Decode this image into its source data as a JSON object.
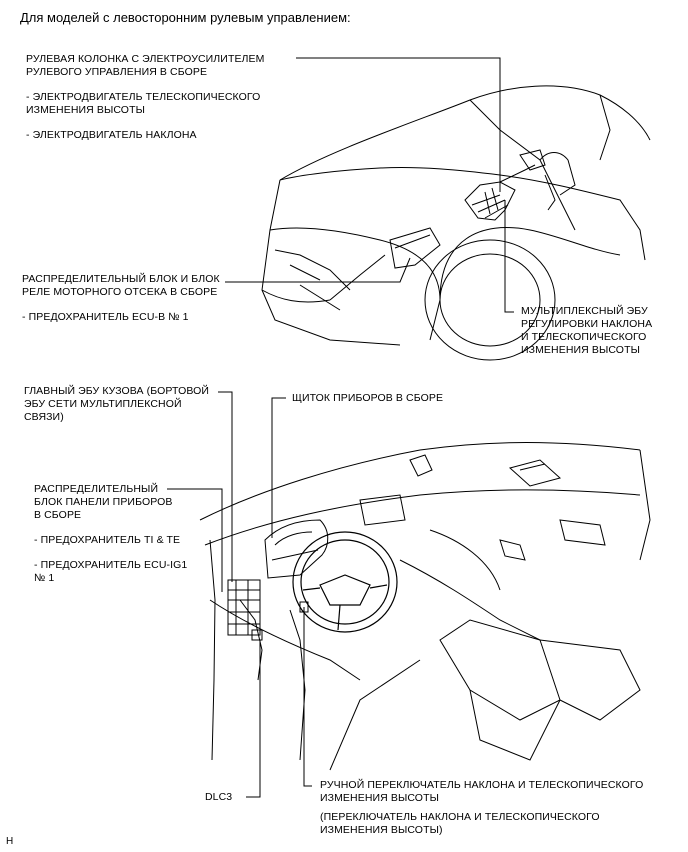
{
  "heading": "Для моделей с левосторонним рулевым управлением:",
  "labels": {
    "steering_column": {
      "title_lines": [
        "РУЛЕВАЯ КОЛОНКА С ЭЛЕКТРОУСИЛИТЕЛЕМ",
        "РУЛЕВОГО УПРАВЛЕНИЯ В СБОРЕ"
      ],
      "sub1_lines": [
        "- ЭЛЕКТРОДВИГАТЕЛЬ ТЕЛЕСКОПИЧЕСКОГО",
        "ИЗМЕНЕНИЯ ВЫСОТЫ"
      ],
      "sub2": "- ЭЛЕКТРОДВИГАТЕЛЬ НАКЛОНА"
    },
    "engine_room_block": {
      "title_lines": [
        "РАСПРЕДЕЛИТЕЛЬНЫЙ БЛОК И БЛОК",
        "РЕЛЕ МОТОРНОГО ОТСЕКА В СБОРЕ"
      ],
      "sub1": "- ПРЕДОХРАНИТЕЛЬ ECU-B № 1"
    },
    "multiplex_ecu": {
      "lines": [
        "МУЛЬТИПЛЕКСНЫЙ ЭБУ",
        "РЕГУЛИРОВКИ НАКЛОНА",
        "И ТЕЛЕСКОПИЧЕСКОГО",
        "ИЗМЕНЕНИЯ ВЫСОТЫ"
      ]
    },
    "main_body_ecu": {
      "lines": [
        "ГЛАВНЫЙ ЭБУ КУЗОВА (БОРТОВОЙ",
        "ЭБУ СЕТИ МУЛЬТИПЛЕКСНОЙ",
        "СВЯЗИ)"
      ]
    },
    "combination_meter": {
      "text": "ЩИТОК ПРИБОРОВ В СБОРЕ"
    },
    "instrument_panel_block": {
      "title_lines": [
        "РАСПРЕДЕЛИТЕЛЬНЫЙ",
        "БЛОК ПАНЕЛИ ПРИБОРОВ",
        "В СБОРЕ"
      ],
      "sub1": "- ПРЕДОХРАНИТЕЛЬ TI & TE",
      "sub2_lines": [
        "- ПРЕДОХРАНИТЕЛЬ ECU-IG1",
        "№ 1"
      ]
    },
    "tilt_switch": {
      "title_lines": [
        "РУЧНОЙ ПЕРЕКЛЮЧАТЕЛЬ НАКЛОНА И ТЕЛЕСКОПИЧЕСКОГО",
        "ИЗМЕНЕНИЯ ВЫСОТЫ"
      ],
      "sub_lines": [
        "(ПЕРЕКЛЮЧАТЕЛЬ НАКЛОНА И ТЕЛЕСКОПИЧЕСКОГО",
        "ИЗМЕНЕНИЯ ВЫСОТЫ)"
      ]
    },
    "dlc3": {
      "text": "DLC3"
    }
  },
  "footer": "H"
}
